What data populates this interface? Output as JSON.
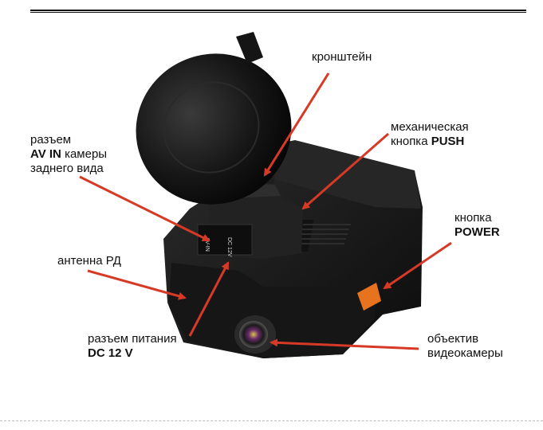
{
  "labels": {
    "bracket": "кронштейн",
    "push_1": "механическая",
    "push_2a": "кнопка ",
    "push_2b": "PUSH",
    "av_1": "разъем",
    "av_2a": "AV IN",
    "av_2b": " камеры",
    "av_3": "заднего вида",
    "power_1": "кнопка",
    "power_2": "POWER",
    "antenna": "антенна РД",
    "dc_1": "разъем питания",
    "dc_2": "DC 12 V",
    "lens_1": "объектив",
    "lens_2": "видеокамеры"
  },
  "device_markings": {
    "av": "AV-IN",
    "dc": "DC 12V"
  },
  "colors": {
    "arrow": "#d63a26",
    "body": "#1b1b1b",
    "accent_button": "#e8731e"
  }
}
